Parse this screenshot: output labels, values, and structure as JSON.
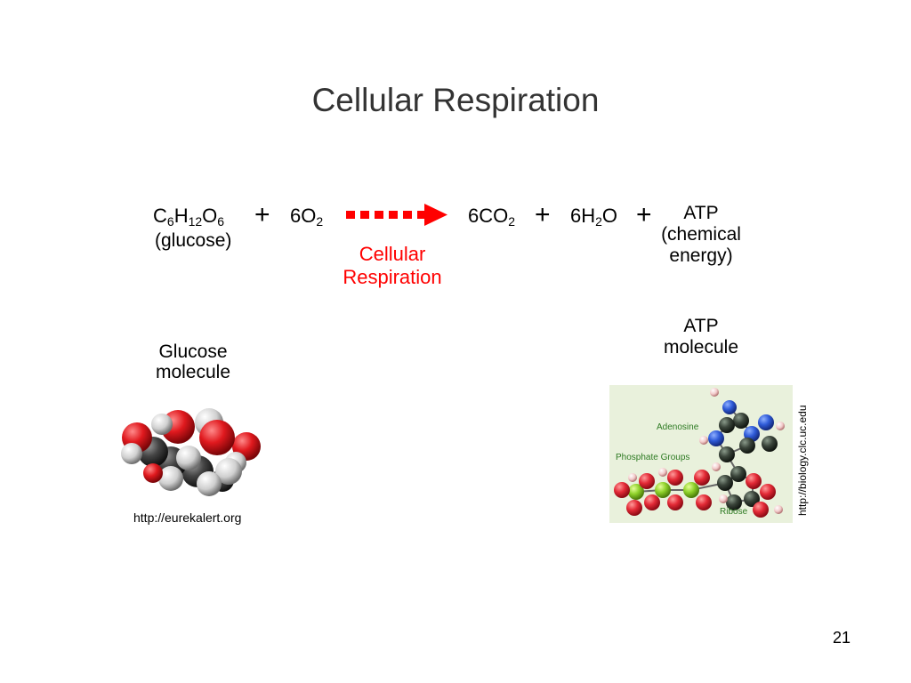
{
  "slide": {
    "title": "Cellular Respiration",
    "page_number": "21"
  },
  "equation": {
    "glucose": {
      "c": "C",
      "c_sub": "6",
      "h": "H",
      "h_sub": "12",
      "o": "O",
      "o_sub": "6",
      "caption": "(glucose)"
    },
    "plus": "+",
    "oxygen": {
      "main": "6O",
      "sub": "2"
    },
    "arrow_label_line1": "Cellular",
    "arrow_label_line2": "Respiration",
    "co2": {
      "main": "6CO",
      "sub": "2"
    },
    "water": {
      "h": "6H",
      "sub": "2",
      "o": "O"
    },
    "atp": {
      "name": "ATP",
      "line2": "(chemical",
      "line3": "energy)"
    }
  },
  "glucose_figure": {
    "label_line1": "Glucose",
    "label_line2": "molecule",
    "credit": "http://eurekalert.org"
  },
  "atp_figure": {
    "label_line1": "ATP",
    "label_line2": "molecule",
    "labels": {
      "adenosine": "Adenosine",
      "phosphate": "Phosphate Groups",
      "ribose": "Ribose"
    },
    "credit": "http://biology.clc.uc.edu"
  },
  "colors": {
    "arrow": "#ff0000",
    "title": "#333333",
    "oxygen_atom": "#e0191e",
    "carbon_atom": "#333333",
    "hydrogen_atom": "#d9d9d9",
    "nitrogen_atom": "#2f5bd8",
    "phosphorus_atom": "#8ed12a"
  }
}
